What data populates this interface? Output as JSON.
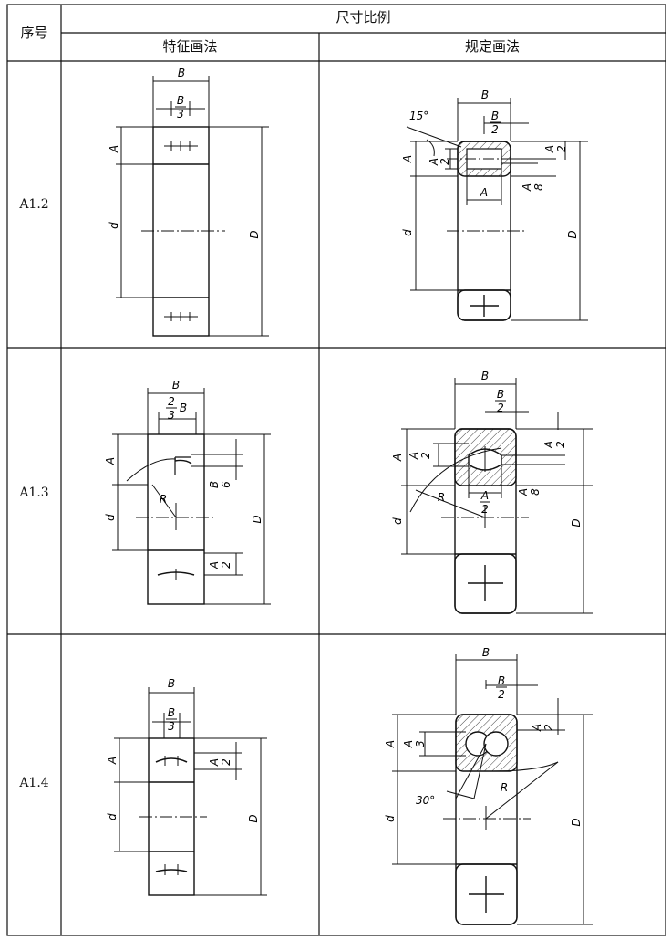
{
  "header": {
    "index_label": "序号",
    "group_label": "尺寸比例",
    "col_characteristic": "特征画法",
    "col_prescribed": "规定画法"
  },
  "rows": [
    {
      "id": "A1.2",
      "characteristic": {
        "B": "B",
        "frac_num": "B",
        "frac_den": "3",
        "A": "A",
        "d": "d",
        "D": "D"
      },
      "prescribed": {
        "angle": "15°",
        "B": "B",
        "b_num": "B",
        "b_den": "2",
        "a_num1": "A",
        "a_den1": "2",
        "a_num2": "A",
        "a_den2": "2",
        "A": "A",
        "a8_num": "A",
        "a8_den": "8",
        "A_mid": "A",
        "d": "d",
        "D": "D"
      }
    },
    {
      "id": "A1.3",
      "characteristic": {
        "B": "B",
        "frac_num": "2",
        "frac_den": "3",
        "frac_suffix": "B",
        "A": "A",
        "R": "R",
        "b6_num": "B",
        "b6_den": "6",
        "d": "d",
        "D": "D",
        "a2_num": "A",
        "a2_den": "2"
      },
      "prescribed": {
        "B": "B",
        "b_num": "B",
        "b_den": "2",
        "A": "A",
        "a2l_num": "A",
        "a2l_den": "2",
        "a2r_num": "A",
        "a2r_den": "2",
        "R": "R",
        "a2m_num": "A",
        "a2m_den": "2",
        "a8_num": "A",
        "a8_den": "8",
        "d": "d",
        "D": "D"
      }
    },
    {
      "id": "A1.4",
      "characteristic": {
        "B": "B",
        "frac_num": "B",
        "frac_den": "3",
        "A": "A",
        "a2_num": "A",
        "a2_den": "2",
        "d": "d",
        "D": "D"
      },
      "prescribed": {
        "B": "B",
        "b_num": "B",
        "b_den": "2",
        "A": "A",
        "a3_num": "A",
        "a3_den": "3",
        "a2_num": "A",
        "a2_den": "2",
        "angle": "30°",
        "R": "R",
        "d": "d",
        "D": "D"
      }
    }
  ]
}
